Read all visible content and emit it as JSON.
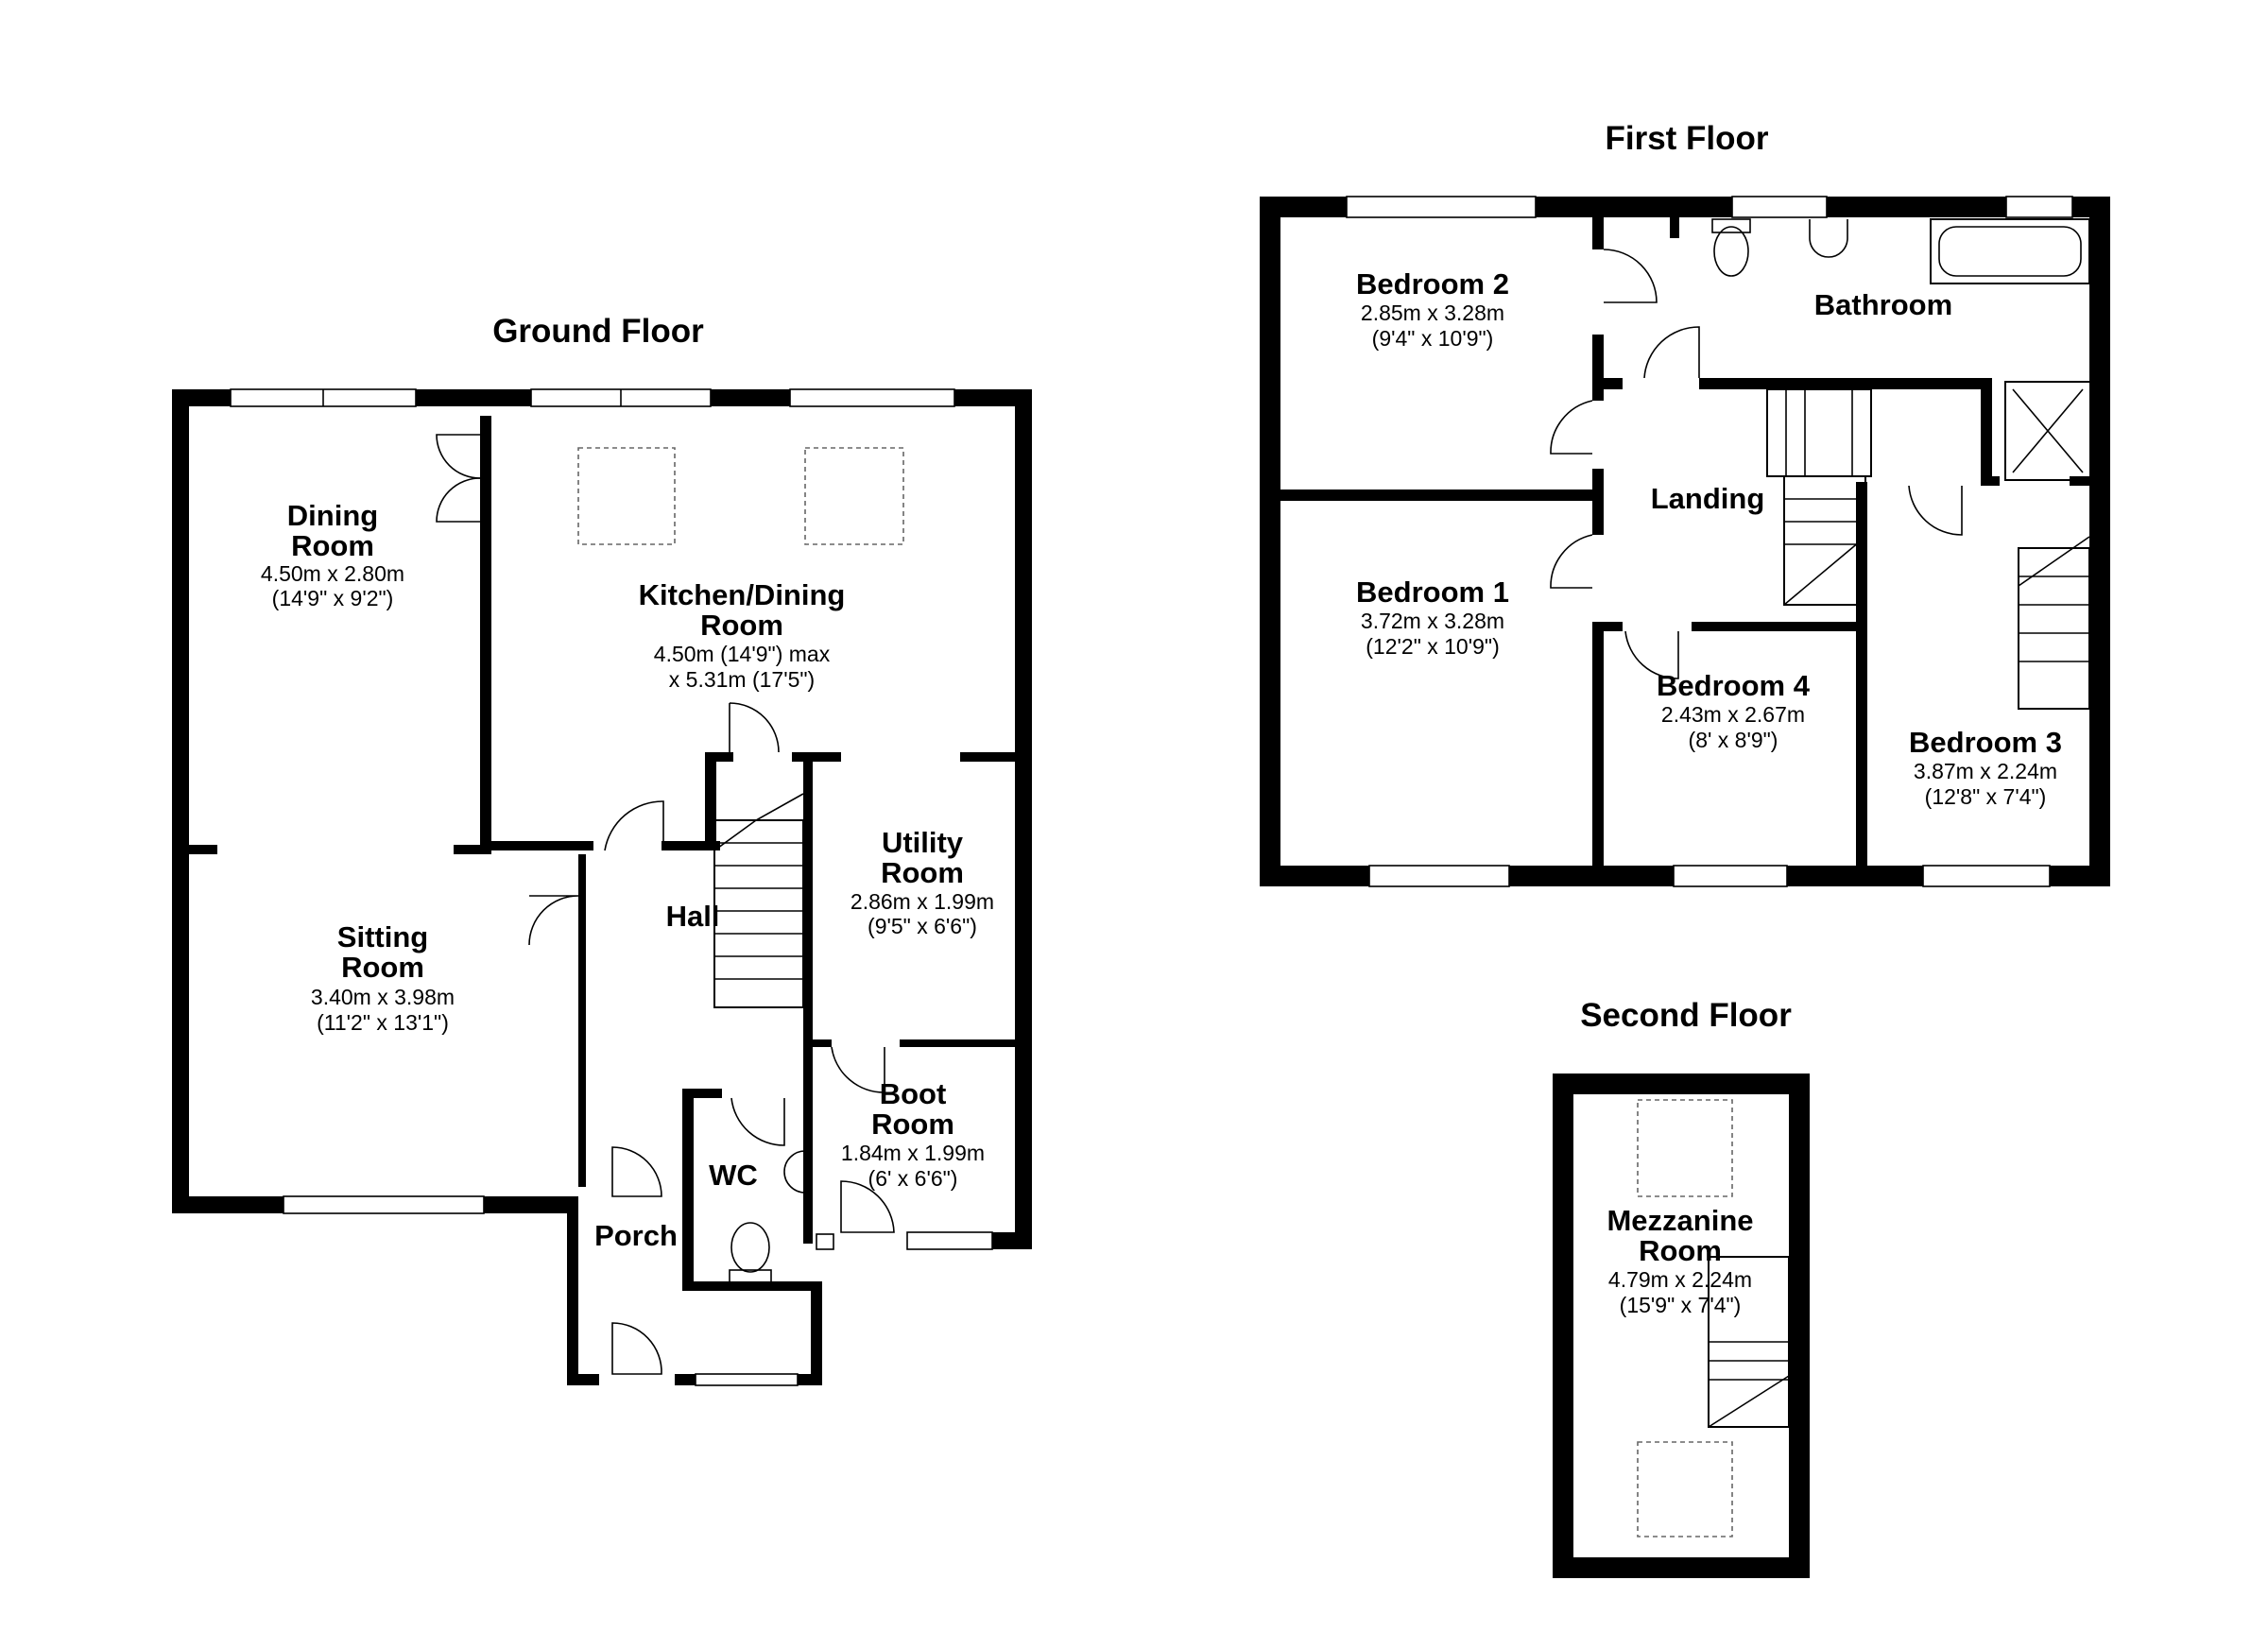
{
  "floors": {
    "ground": {
      "title": "Ground Floor",
      "rooms": {
        "dining": {
          "name_1": "Dining",
          "name_2": "Room",
          "dim_1": "4.50m x 2.80m",
          "dim_2": "(14'9\" x 9'2\")"
        },
        "kitchen": {
          "name_1": "Kitchen/Dining",
          "name_2": "Room",
          "dim_1": "4.50m (14'9\") max",
          "dim_2": "x 5.31m (17'5\")"
        },
        "sitting": {
          "name_1": "Sitting",
          "name_2": "Room",
          "dim_1": "3.40m x 3.98m",
          "dim_2": "(11'2\" x 13'1\")"
        },
        "hall": {
          "name_1": "Hall"
        },
        "utility": {
          "name_1": "Utility",
          "name_2": "Room",
          "dim_1": "2.86m x 1.99m",
          "dim_2": "(9'5\" x 6'6\")"
        },
        "boot": {
          "name_1": "Boot",
          "name_2": "Room",
          "dim_1": "1.84m x 1.99m",
          "dim_2": "(6' x 6'6\")"
        },
        "wc": {
          "name_1": "WC"
        },
        "porch": {
          "name_1": "Porch"
        }
      }
    },
    "first": {
      "title": "First Floor",
      "rooms": {
        "bed2": {
          "name_1": "Bedroom 2",
          "dim_1": "2.85m x 3.28m",
          "dim_2": "(9'4\" x 10'9\")"
        },
        "bathroom": {
          "name_1": "Bathroom"
        },
        "landing": {
          "name_1": "Landing"
        },
        "bed1": {
          "name_1": "Bedroom 1",
          "dim_1": "3.72m x 3.28m",
          "dim_2": "(12'2\" x 10'9\")"
        },
        "bed4": {
          "name_1": "Bedroom 4",
          "dim_1": "2.43m x 2.67m",
          "dim_2": "(8' x 8'9\")"
        },
        "bed3": {
          "name_1": "Bedroom 3",
          "dim_1": "3.87m x 2.24m",
          "dim_2": "(12'8\" x 7'4\")"
        }
      }
    },
    "second": {
      "title": "Second Floor",
      "rooms": {
        "mezz": {
          "name_1": "Mezzanine",
          "name_2": "Room",
          "dim_1": "4.79m x 2.24m",
          "dim_2": "(15'9\" x 7'4\")"
        }
      }
    }
  },
  "colors": {
    "wall": "#000000",
    "background": "#ffffff",
    "skylight": "#666666"
  }
}
